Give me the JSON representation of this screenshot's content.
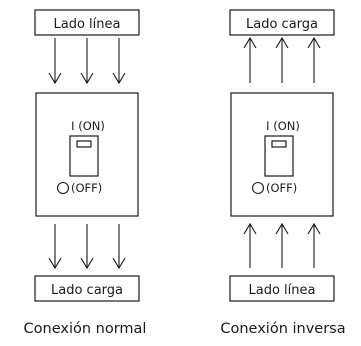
{
  "diagrams": [
    {
      "id": "normal",
      "top_label": "Lado línea",
      "bottom_label": "Lado carga",
      "on_label": "I (ON)",
      "off_label": "(OFF)",
      "arrow_direction": "down",
      "caption": "Conexión normal"
    },
    {
      "id": "inversa",
      "top_label": "Lado carga",
      "bottom_label": "Lado línea",
      "on_label": "I (ON)",
      "off_label": "(OFF)",
      "arrow_direction": "up",
      "caption": "Conexión inversa"
    }
  ]
}
